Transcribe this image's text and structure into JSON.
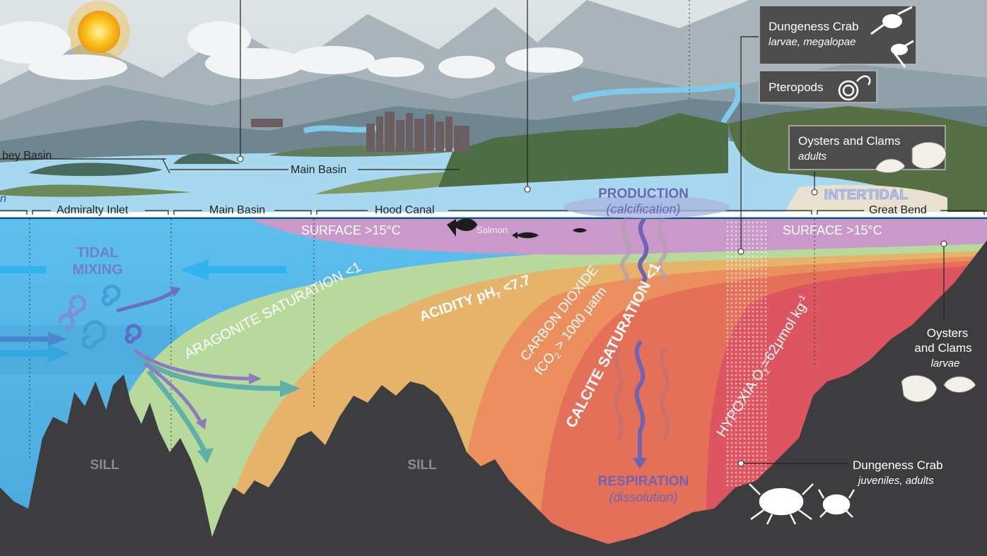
{
  "regions_upper": {
    "left_basin": "bey Basin",
    "main_basin": "Main Basin"
  },
  "regions_lower": {
    "left_cut": "n",
    "admiralty": "Admiralty Inlet",
    "main_basin": "Main Basin",
    "hood_canal": "Hood Canal",
    "great_bend": "Great Bend"
  },
  "processes": {
    "production": "PRODUCTION",
    "calcification": "(calcification)",
    "intertidal": "INTERTIDAL",
    "respiration": "RESPIRATION",
    "dissolution": "(dissolution)",
    "tidal_mixing_1": "TIDAL",
    "tidal_mixing_2": "MIXING"
  },
  "layers": {
    "surface_left": "SURFACE >15°C",
    "surface_right": "SURFACE >15°C",
    "salmon": "Salmon",
    "aragonite": "ARAGONITE SATURATION <1",
    "acidity": "ACIDITY pH",
    "acidity_sub": "T",
    "acidity_val": " <7.7",
    "co2_line1": "CARBON DIOXIDE",
    "co2_line2a": "fCO",
    "co2_sub": "2",
    "co2_line2b": " > 1000 μatm",
    "calcite": "CALCITE SATURATION <1",
    "hypoxia_a": "HYPOXIA O",
    "hypoxia_sub": "2",
    "hypoxia_b": "=62μmol kg",
    "hypoxia_sup": "-1",
    "sill_left": "SILL",
    "sill_right": "SILL"
  },
  "species": {
    "crab_title": "Dungeness Crab",
    "crab_sub": "larvae, megalopae",
    "pteropods": "Pteropods",
    "oysters_title": "Oysters and Clams",
    "oysters_sub": "adults",
    "oyster_larvae_1": "Oysters",
    "oyster_larvae_2": "and Clams",
    "oyster_larvae_3": "larvae",
    "crab_adult_title": "Dungeness Crab",
    "crab_adult_sub": "juveniles, adults"
  },
  "colors": {
    "surface": "#c99ac9",
    "aragonite": "#b8d99c",
    "acidity": "#e6b36b",
    "co2": "#eb8f5e",
    "calcite": "#e4705a",
    "hypoxia": "#dc5560",
    "seafloor": "#3d3d3f",
    "water": "#57b7e6",
    "process_purple": "#6f63b3"
  }
}
